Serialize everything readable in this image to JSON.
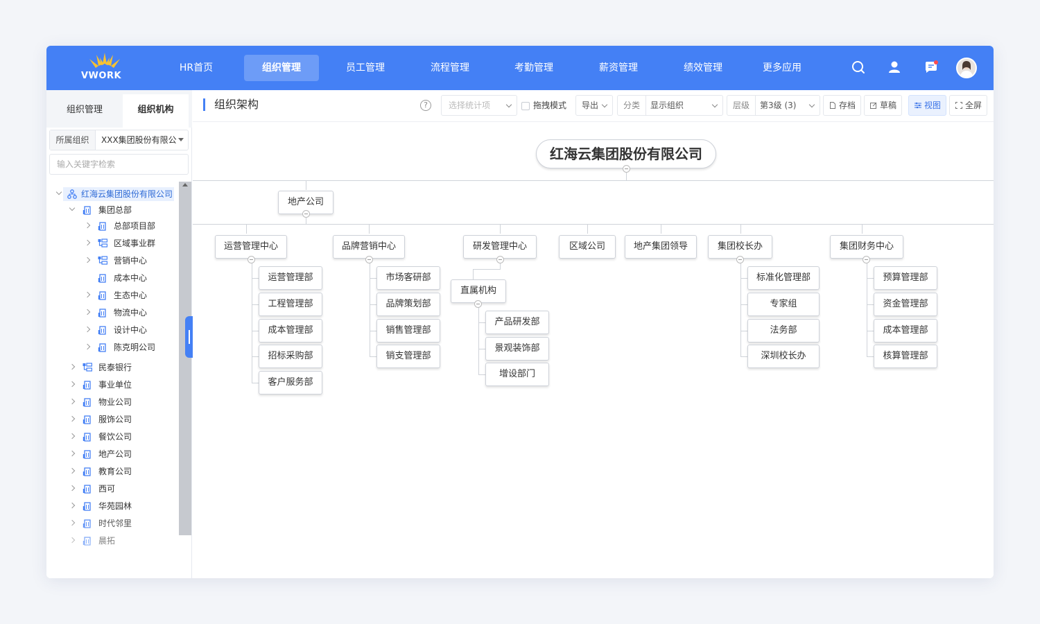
{
  "app": {
    "logo_text": "VWORK",
    "colors": {
      "primary": "#4480f5",
      "logo_gold": "#f6c232"
    }
  },
  "nav": [
    {
      "label": "HR首页",
      "active": false
    },
    {
      "label": "组织管理",
      "active": true
    },
    {
      "label": "员工管理",
      "active": false
    },
    {
      "label": "流程管理",
      "active": false
    },
    {
      "label": "考勤管理",
      "active": false
    },
    {
      "label": "薪资管理",
      "active": false
    },
    {
      "label": "绩效管理",
      "active": false
    },
    {
      "label": "更多应用",
      "active": false
    }
  ],
  "top_icons": [
    "search-icon",
    "user-icon",
    "message-icon",
    "avatar"
  ],
  "left": {
    "tabs": [
      {
        "label": "组织管理",
        "active": false
      },
      {
        "label": "组织机构",
        "active": true
      }
    ],
    "org_select": {
      "label": "所属组织",
      "value": "XXX集团股份有限公"
    },
    "search_placeholder": "输入关键字检索",
    "tree": [
      {
        "label": "红海云集团股份有限公司",
        "level": 0,
        "expanded": true,
        "icon": "org-tree-icon",
        "selected": true
      },
      {
        "label": "集团总部",
        "level": 1,
        "expanded": true,
        "icon": "building-icon"
      },
      {
        "label": "总部项目部",
        "level": 2,
        "expanded": false,
        "icon": "building-icon"
      },
      {
        "label": "区域事业群",
        "level": 2,
        "expanded": false,
        "icon": "group-icon"
      },
      {
        "label": "营销中心",
        "level": 2,
        "expanded": false,
        "icon": "group-icon"
      },
      {
        "label": "成本中心",
        "level": 2,
        "expanded": null,
        "icon": "building-icon"
      },
      {
        "label": "生态中心",
        "level": 2,
        "expanded": false,
        "icon": "building-icon"
      },
      {
        "label": "物流中心",
        "level": 2,
        "expanded": false,
        "icon": "building-icon"
      },
      {
        "label": "设计中心",
        "level": 2,
        "expanded": false,
        "icon": "building-icon"
      },
      {
        "label": "陈克明公司",
        "level": 2,
        "expanded": false,
        "icon": "building-icon"
      },
      {
        "label": "民泰银行",
        "level": 1,
        "expanded": false,
        "icon": "group-icon"
      },
      {
        "label": "事业单位",
        "level": 1,
        "expanded": false,
        "icon": "building-icon"
      },
      {
        "label": "物业公司",
        "level": 1,
        "expanded": false,
        "icon": "building-icon"
      },
      {
        "label": "服饰公司",
        "level": 1,
        "expanded": false,
        "icon": "building-icon"
      },
      {
        "label": "餐饮公司",
        "level": 1,
        "expanded": false,
        "icon": "building-icon"
      },
      {
        "label": "地产公司",
        "level": 1,
        "expanded": false,
        "icon": "building-icon"
      },
      {
        "label": "教育公司",
        "level": 1,
        "expanded": false,
        "icon": "building-icon"
      },
      {
        "label": "西可",
        "level": 1,
        "expanded": false,
        "icon": "building-icon"
      },
      {
        "label": "华苑园林",
        "level": 1,
        "expanded": false,
        "icon": "building-icon"
      },
      {
        "label": "时代邻里",
        "level": 1,
        "expanded": false,
        "icon": "building-icon"
      },
      {
        "label": "晨拓",
        "level": 1,
        "expanded": false,
        "icon": "building-icon"
      }
    ]
  },
  "toolbar": {
    "title": "组织架构",
    "stat_placeholder": "选择统计项",
    "drag_mode_label": "拖拽模式",
    "export_label": "导出",
    "category_label": "分类",
    "category_value": "显示组织",
    "level_label": "层级",
    "level_value": "第3级 (3)",
    "save_label": "存档",
    "draft_label": "草稿",
    "view_label": "视图",
    "fullscreen_label": "全屏"
  },
  "chart": {
    "root": "红海云集团股份有限公司",
    "side_company": "地产公司",
    "departments": [
      {
        "name": "运营管理中心",
        "children": [
          "运营管理部",
          "工程管理部",
          "成本管理部",
          "招标采购部",
          "客户服务部"
        ]
      },
      {
        "name": "品牌营销中心",
        "children": [
          "市场客研部",
          "品牌策划部",
          "销售管理部",
          "销支管理部"
        ]
      },
      {
        "name": "研发管理中心",
        "sub": "直属机构",
        "children": [
          "产品研发部",
          "景观装饰部",
          "增设部门"
        ]
      },
      {
        "name": "区域公司",
        "children": []
      },
      {
        "name": "地产集团领导",
        "children": []
      },
      {
        "name": "集团校长办",
        "children": [
          "标准化管理部",
          "专家组",
          "法务部",
          "深圳校长办"
        ]
      },
      {
        "name": "集团财务中心",
        "children": [
          "预算管理部",
          "资金管理部",
          "成本管理部",
          "核算管理部"
        ]
      }
    ]
  }
}
